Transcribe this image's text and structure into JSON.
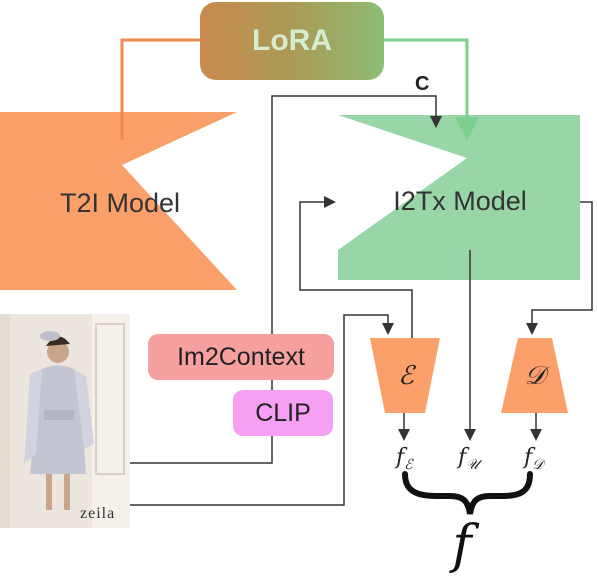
{
  "lora": {
    "label": "LoRA"
  },
  "t2i": {
    "label": "T2I Model"
  },
  "i2tx": {
    "label": "I2Tx Model"
  },
  "condition": {
    "label": "C"
  },
  "im2context": {
    "label": "Im2Context"
  },
  "clip": {
    "label": "CLIP"
  },
  "encoder": {
    "symbol": "ℰ"
  },
  "decoder": {
    "symbol": "𝒟"
  },
  "features": {
    "f_e": {
      "base": "f",
      "sub": "ℰ"
    },
    "f_u": {
      "base": "f",
      "sub": "𝒰"
    },
    "f_d": {
      "base": "f",
      "sub": "𝒟"
    }
  },
  "combined": {
    "label": "f"
  },
  "photo": {
    "watermark": "zeila"
  },
  "colors": {
    "t2i": "#fba06b",
    "i2tx": "#98d6a8",
    "lora_start": "#c98b4e",
    "lora_end": "#8dbd74",
    "orange_arrow": "#f08a4b",
    "green_arrow": "#7ccf8f",
    "im2context": "#f7a0a0",
    "clip": "#f5a0f5"
  }
}
